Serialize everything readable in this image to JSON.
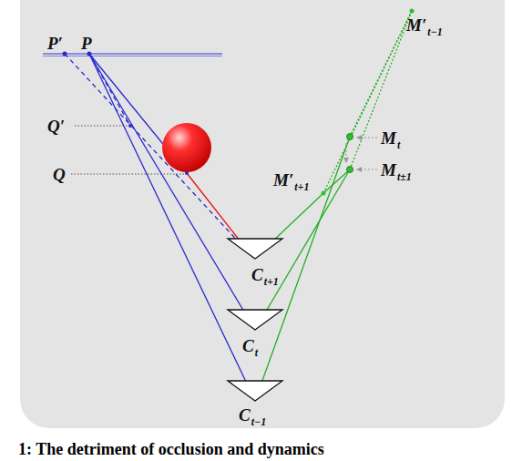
{
  "diagram": {
    "caption": "1: The detriment of occlusion and dynamics",
    "labels": [
      "P′",
      "P",
      "Q′",
      "Q",
      "C",
      "t+1",
      "C",
      "t",
      "C",
      "t−1",
      "M′",
      "t−1",
      "M",
      "t",
      "M′",
      "t+1",
      "M",
      "t±1"
    ]
  }
}
